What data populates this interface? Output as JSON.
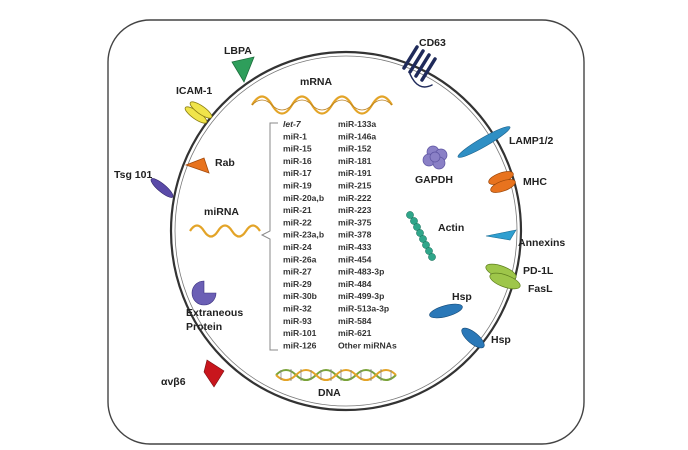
{
  "labels": {
    "lbpa": "LBPA",
    "cd63": "CD63",
    "icam": "ICAM-1",
    "mrna": "mRNA",
    "lamp": "LAMP1/2",
    "tsg": "Tsg 101",
    "rab": "Rab",
    "gapdh": "GAPDH",
    "mhc": "MHC",
    "mirna": "miRNA",
    "actin": "Actin",
    "annexins": "Annexins",
    "pd1l": "PD-1L",
    "fasl": "FasL",
    "extraneous_line1": "Extraneous",
    "extraneous_line2": "Protein",
    "hsp_inner": "Hsp",
    "hsp_outer": "Hsp",
    "avb6": "αvβ6",
    "dna": "DNA"
  },
  "mirna_list_left": [
    "let-7",
    "miR-1",
    "miR-15",
    "miR-16",
    "miR-17",
    "miR-19",
    "miR-20a,b",
    "miR-21",
    "miR-22",
    "miR-23a,b",
    "miR-24",
    "miR-26a",
    "miR-27",
    "miR-29",
    "miR-30b",
    "miR-32",
    "miR-93",
    "miR-101",
    "miR-126"
  ],
  "mirna_list_right": [
    "miR-133a",
    "miR-146a",
    "miR-152",
    "miR-181",
    "miR-191",
    "miR-215",
    "miR-222",
    "miR-223",
    "miR-375",
    "miR-378",
    "miR-433",
    "miR-454",
    "miR-483-3p",
    "miR-484",
    "miR-499-3p",
    "miR-513a-3p",
    "miR-584",
    "miR-621",
    "Other miRNAs"
  ],
  "colors": {
    "membrane": "#333333",
    "lbpa": "#2e9e5b",
    "cd63": "#1f2a5a",
    "icam": "#f0e44a",
    "lamp": "#2f8fc4",
    "tsg": "#5a4aa8",
    "rab": "#e8731e",
    "gapdh": "#8a80c6",
    "mhc": "#e8731e",
    "actin": "#2fa68a",
    "annexins": "#2f9fd0",
    "pd1l": "#9ec64a",
    "extraneous": "#6b5fb5",
    "hsp": "#2a78b8",
    "avb6": "#c8161d",
    "wave": "#e3a428"
  }
}
